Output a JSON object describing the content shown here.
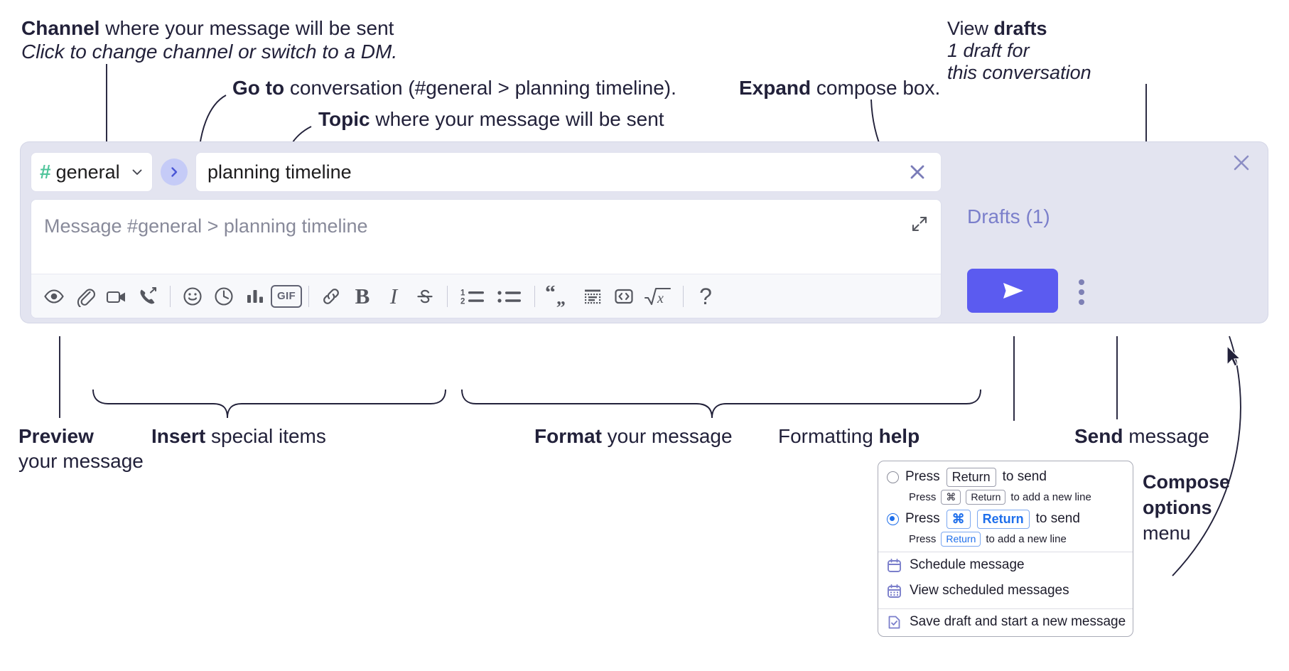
{
  "annotations": {
    "channel": {
      "bold": "Channel",
      "rest": " where your message will be sent",
      "italic_line": "Click to change channel or switch to a DM."
    },
    "goto": {
      "bold": "Go to",
      "rest": " conversation (#general > planning timeline)."
    },
    "topic": {
      "bold": "Topic",
      "rest": " where your message will be sent"
    },
    "expand": {
      "bold": "Expand",
      "rest": " compose box."
    },
    "drafts": {
      "line1_plain": "View ",
      "line1_bold": "drafts",
      "line2": "1 draft for",
      "line3": "this conversation"
    },
    "preview": {
      "bold": "Preview",
      "line2": "your message"
    },
    "insert": {
      "bold": "Insert",
      "rest": " special items"
    },
    "format": {
      "bold": "Format",
      "rest": " your message"
    },
    "formatting_help": {
      "plain": "Formatting ",
      "bold": "help"
    },
    "send": {
      "bold": "Send",
      "rest": " message"
    },
    "compose_options": {
      "line1": "Compose",
      "line2": "options",
      "line3": "menu"
    }
  },
  "compose": {
    "channel_button": {
      "hash": "#",
      "name": "general"
    },
    "go_button_label": "›",
    "topic_field": {
      "value": "planning timeline"
    },
    "message_input": {
      "placeholder": "Message #general > planning timeline",
      "value": ""
    },
    "drafts_link": "Drafts (1)",
    "toolbar": {
      "group_insert": [
        {
          "name": "preview-icon",
          "label": "Preview"
        },
        {
          "name": "attachment-icon",
          "label": "Attach file"
        },
        {
          "name": "video-icon",
          "label": "Record video clip"
        },
        {
          "name": "audio-call-icon",
          "label": "Record audio clip"
        }
      ],
      "group_insert2": [
        {
          "name": "emoji-icon",
          "label": "Emoji"
        },
        {
          "name": "clock-icon",
          "label": "Schedule"
        },
        {
          "name": "poll-icon",
          "label": "Poll"
        },
        {
          "name": "gif-icon",
          "label": "GIF"
        }
      ],
      "group_format": [
        {
          "name": "link-icon",
          "label": "Link"
        },
        {
          "name": "bold-icon",
          "label": "B"
        },
        {
          "name": "italic-icon",
          "label": "I"
        },
        {
          "name": "strikethrough-icon",
          "label": "Strikethrough"
        }
      ],
      "group_lists": [
        {
          "name": "ordered-list-icon",
          "label": "Ordered list"
        },
        {
          "name": "bulleted-list-icon",
          "label": "Bulleted list"
        }
      ],
      "group_blocks": [
        {
          "name": "blockquote-icon",
          "label": "Blockquote"
        },
        {
          "name": "code-block-icon",
          "label": "Code block"
        },
        {
          "name": "code-icon",
          "label": "Code"
        },
        {
          "name": "latex-icon",
          "label": "Math"
        }
      ],
      "help": {
        "name": "help-icon",
        "label": "?"
      }
    }
  },
  "menu": {
    "option1": {
      "main_pre": "Press",
      "main_key": "Return",
      "main_post": "to send",
      "sub_pre": "Press",
      "sub_key1": "⌘",
      "sub_key2": "Return",
      "sub_post": "to add a new line",
      "selected": false
    },
    "option2": {
      "main_pre": "Press",
      "main_key1": "⌘",
      "main_key2": "Return",
      "main_post": "to send",
      "sub_pre": "Press",
      "sub_key": "Return",
      "sub_post": "to add a new line",
      "selected": true
    },
    "items": [
      {
        "name": "schedule-message",
        "label": "Schedule message",
        "icon": "calendar-icon"
      },
      {
        "name": "view-scheduled-messages",
        "label": "View scheduled messages",
        "icon": "calendar-grid-icon"
      },
      {
        "name": "save-draft",
        "label": "Save draft and start a new message",
        "icon": "document-check-icon"
      }
    ]
  },
  "colors": {
    "panel_bg": "#e3e4f0",
    "accent_send": "#5b5bf0",
    "drafts_text": "#7b7fcb",
    "hash_green": "#4ec49a",
    "go_bubble": "#c5cbf7",
    "radio_blue": "#1f6feb"
  }
}
